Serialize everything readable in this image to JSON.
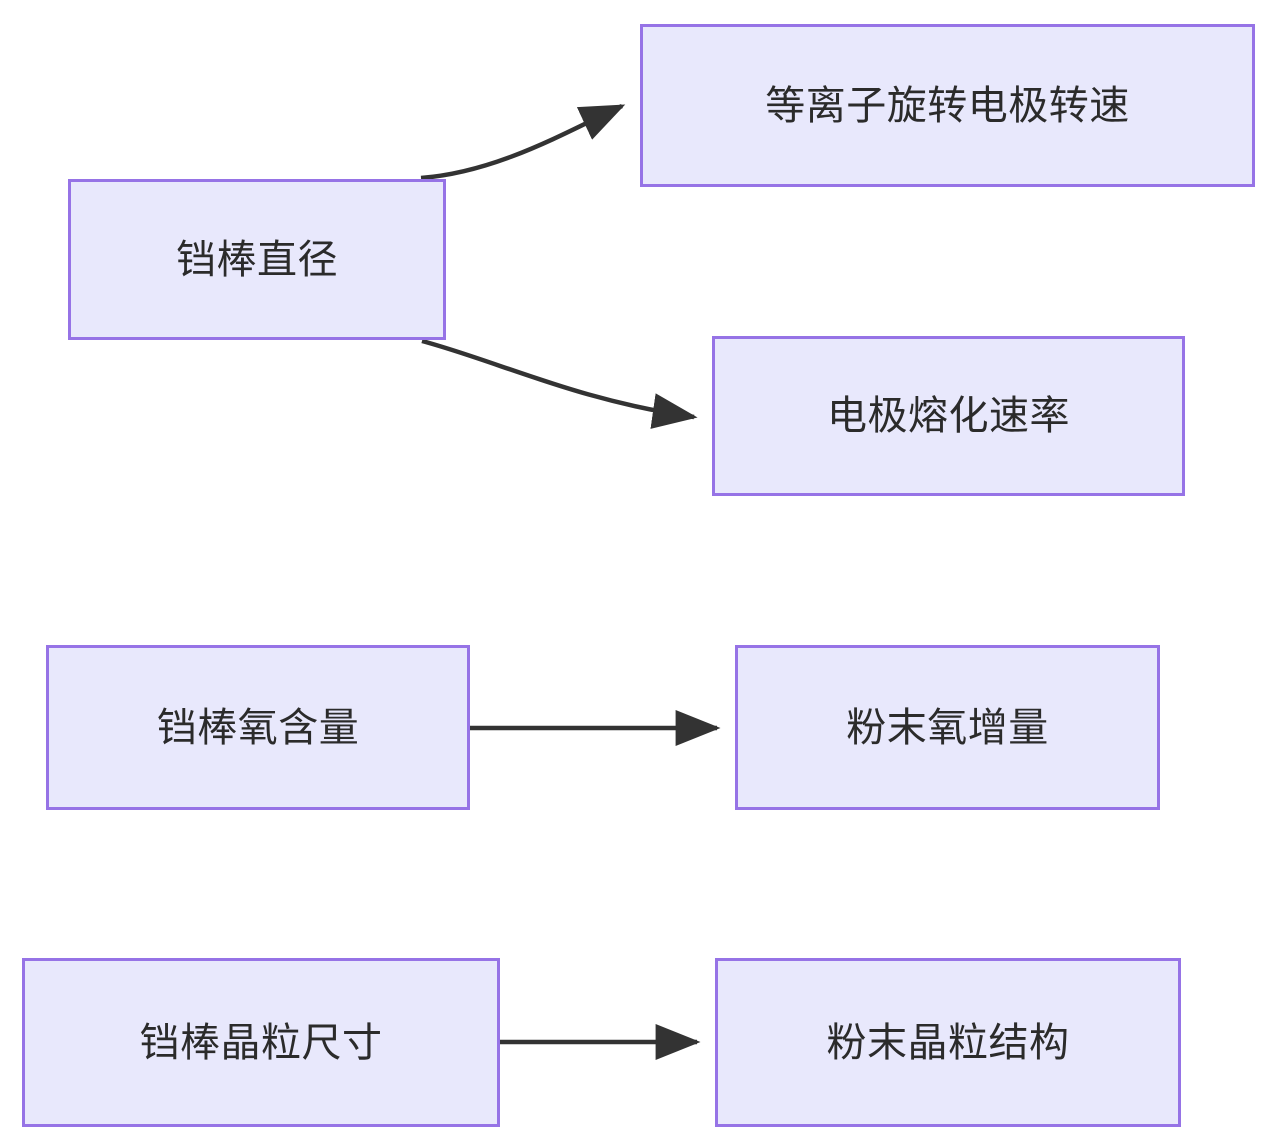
{
  "diagram": {
    "type": "flowchart",
    "direction": "left-to-right",
    "colors": {
      "node_fill": "#e8e8fc",
      "node_border": "#9673e6",
      "node_text": "#2b2b2b",
      "edge_stroke": "#333333",
      "background": "#ffffff"
    },
    "nodes": [
      {
        "id": "rod-diameter",
        "label": "铛棒直径"
      },
      {
        "id": "prep-speed",
        "label": "等离子旋转电极转速"
      },
      {
        "id": "melt-rate",
        "label": "电极熔化速率"
      },
      {
        "id": "rod-oxygen",
        "label": "铛棒氧含量"
      },
      {
        "id": "powder-oxygen",
        "label": "粉末氧增量"
      },
      {
        "id": "rod-grain-size",
        "label": "铛棒晶粒尺寸"
      },
      {
        "id": "powder-grain",
        "label": "粉末晶粒结构"
      }
    ],
    "edges": [
      {
        "id": "edge-1",
        "from": "rod-diameter",
        "to": "prep-speed",
        "style": "curved",
        "arrow": "end",
        "label": ""
      },
      {
        "id": "edge-2",
        "from": "rod-diameter",
        "to": "melt-rate",
        "style": "curved",
        "arrow": "end",
        "label": ""
      },
      {
        "id": "edge-3",
        "from": "rod-oxygen",
        "to": "powder-oxygen",
        "style": "straight",
        "arrow": "end",
        "label": ""
      },
      {
        "id": "edge-4",
        "from": "rod-grain-size",
        "to": "powder-grain",
        "style": "straight",
        "arrow": "end",
        "label": ""
      }
    ]
  }
}
